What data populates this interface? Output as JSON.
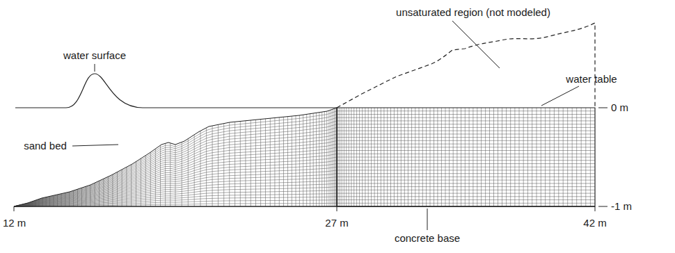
{
  "diagram": {
    "labels": [
      "water surface",
      "unsaturated region (not modeled)",
      "water table",
      "sand bed",
      "0 m",
      "-1 m",
      "12 m",
      "27 m",
      "42 m",
      "concrete base"
    ]
  }
}
